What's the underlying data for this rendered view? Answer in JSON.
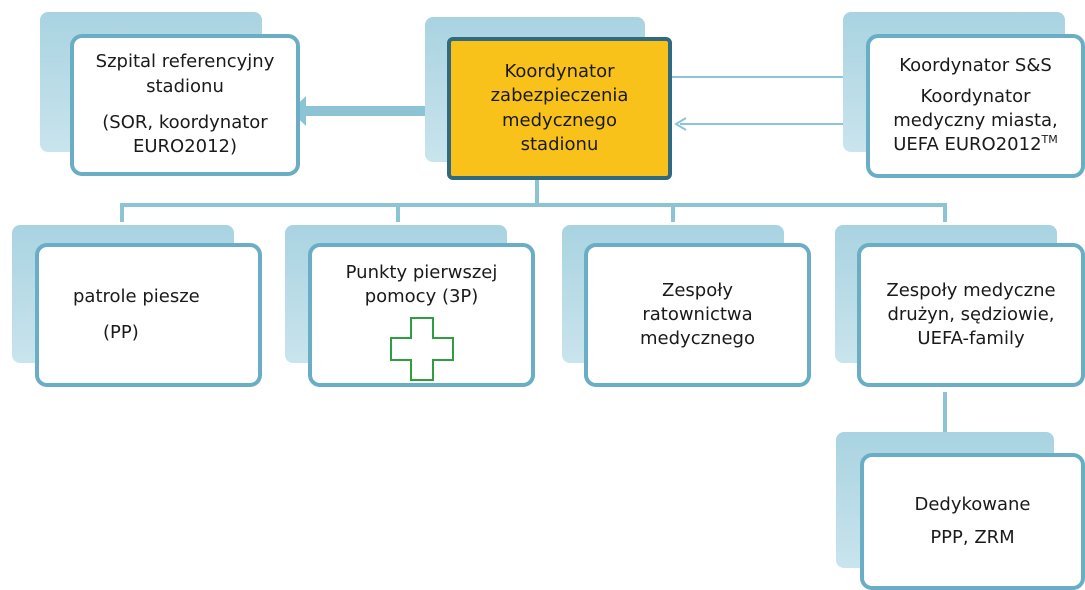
{
  "nodes": {
    "hospital": {
      "lines": [
        "Szpital referencyjny",
        "stadionu"
      ],
      "lines2": [
        "(SOR, koordynator",
        "EURO2012)"
      ]
    },
    "coordinator": {
      "lines": [
        "Koordynator",
        "zabezpieczenia",
        "medycznego",
        "stadionu"
      ]
    },
    "ss": {
      "line1": "Koordynator S&S",
      "lines": [
        "Koordynator",
        "medyczny miasta,"
      ],
      "uefa": "UEFA EURO2012",
      "tm": "TM"
    },
    "patrols": {
      "line1": "patrole piesze",
      "line2": "(PP)"
    },
    "firstaid": {
      "lines": [
        "Punkty pierwszej",
        "pomocy (3P)"
      ],
      "icon": "green-cross-icon"
    },
    "rescue": {
      "lines": [
        "Zespoły",
        "ratownictwa",
        "medycznego"
      ]
    },
    "teams": {
      "lines": [
        "Zespoły medyczne",
        "drużyn, sędziowie,",
        "UEFA-family"
      ]
    },
    "dedicated": {
      "line1": "Dedykowane",
      "line2": "PPP, ZRM"
    }
  },
  "colors": {
    "accent": "#f9c21a",
    "border": "#6aaec6",
    "connector": "#8cc4d6",
    "cross": "#2e9e3e"
  }
}
